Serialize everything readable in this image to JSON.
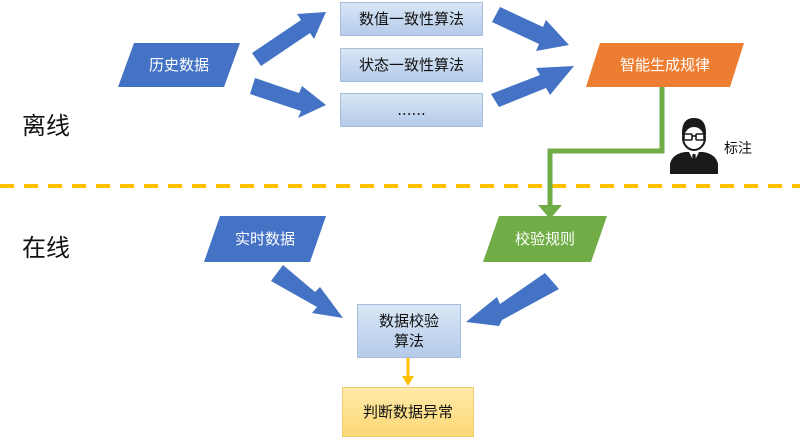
{
  "sections": {
    "offline": "离线",
    "online": "在线"
  },
  "nodes": {
    "history_data": "历史数据",
    "numeric_consistency": "数值一致性算法",
    "state_consistency": "状态一致性算法",
    "more_algorithms": "......",
    "smart_rule_generation": "智能生成规律",
    "annotation": "标注",
    "realtime_data": "实时数据",
    "validation_rules": "校验规则",
    "validation_algorithm": "数据校验\n算法",
    "anomaly_judgement": "判断数据异常"
  },
  "colors": {
    "blue": "#4472c4",
    "orange": "#ed7d31",
    "green": "#70ad47",
    "light_blue_box": "#bdd7ee",
    "light_yellow_box": "#ffe699",
    "divider": "#ffc000",
    "green_connector": "#70ad47",
    "yellow_arrow": "#ffc000"
  },
  "icons": {
    "annotator": "person-with-glasses-icon"
  }
}
